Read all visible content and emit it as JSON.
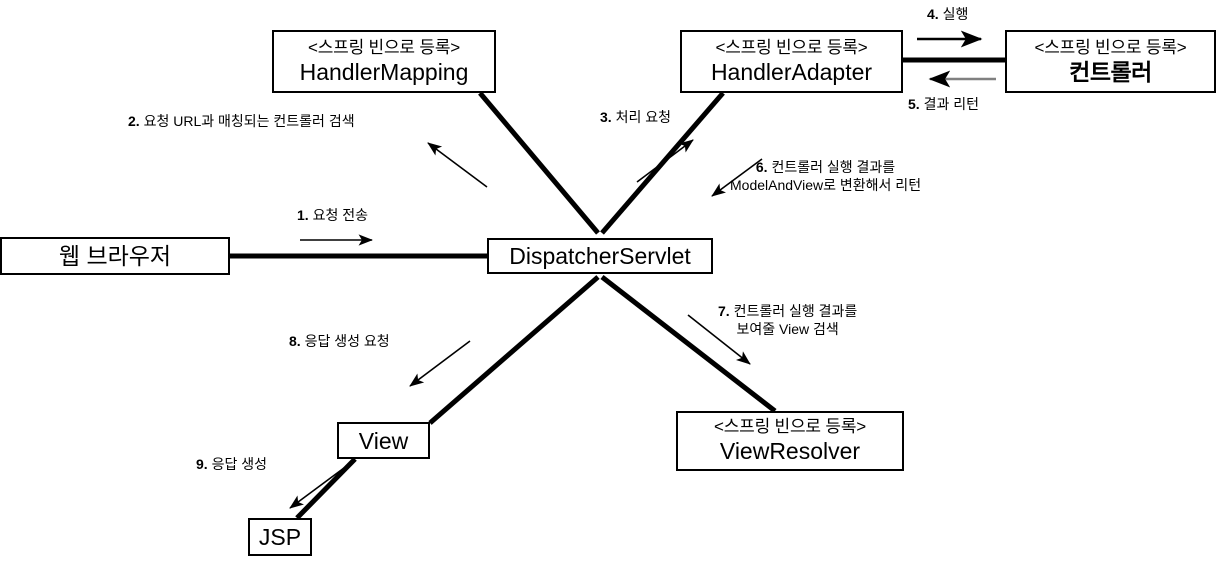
{
  "diagram": {
    "title": "Spring MVC DispatcherServlet request flow",
    "stereotype": "<스프링 빈으로 등록>",
    "colors": {
      "line": "#000000",
      "thin_arrow": "#000000",
      "return_arrow": "#808080",
      "box_border": "#000000",
      "background": "#ffffff"
    }
  },
  "nodes": {
    "browser": {
      "name": "웹 브라우저",
      "stereotype": ""
    },
    "dispatcher": {
      "name": "DispatcherServlet",
      "stereotype": ""
    },
    "handlerMapping": {
      "name": "HandlerMapping",
      "stereotype": "<스프링 빈으로 등록>"
    },
    "handlerAdapter": {
      "name": "HandlerAdapter",
      "stereotype": "<스프링 빈으로 등록>"
    },
    "controller": {
      "name": "컨트롤러",
      "stereotype": "<스프링 빈으로 등록>"
    },
    "viewResolver": {
      "name": "ViewResolver",
      "stereotype": "<스프링 빈으로 등록>"
    },
    "view": {
      "name": "View",
      "stereotype": ""
    },
    "jsp": {
      "name": "JSP",
      "stereotype": ""
    }
  },
  "steps": [
    {
      "id": 1,
      "num": "1.",
      "text": "요청 전송",
      "text2": "",
      "from": "browser",
      "to": "dispatcher"
    },
    {
      "id": 2,
      "num": "2.",
      "text": "요청 URL과 매칭되는 컨트롤러 검색",
      "text2": "",
      "from": "dispatcher",
      "to": "handlerMapping"
    },
    {
      "id": 3,
      "num": "3.",
      "text": "처리 요청",
      "text2": "",
      "from": "dispatcher",
      "to": "handlerAdapter"
    },
    {
      "id": 4,
      "num": "4.",
      "text": "실행",
      "text2": "",
      "from": "handlerAdapter",
      "to": "controller"
    },
    {
      "id": 5,
      "num": "5.",
      "text": "결과 리턴",
      "text2": "",
      "from": "controller",
      "to": "handlerAdapter"
    },
    {
      "id": 6,
      "num": "6.",
      "text": "컨트롤러 실행 결과를",
      "text2": "ModelAndView로 변환해서 리턴",
      "from": "handlerAdapter",
      "to": "dispatcher"
    },
    {
      "id": 7,
      "num": "7.",
      "text": "컨트롤러 실행 결과를",
      "text2": "보여줄 View 검색",
      "from": "dispatcher",
      "to": "viewResolver"
    },
    {
      "id": 8,
      "num": "8.",
      "text": "응답 생성 요청",
      "text2": "",
      "from": "dispatcher",
      "to": "view"
    },
    {
      "id": 9,
      "num": "9.",
      "text": "응답 생성",
      "text2": "",
      "from": "view",
      "to": "jsp"
    }
  ]
}
